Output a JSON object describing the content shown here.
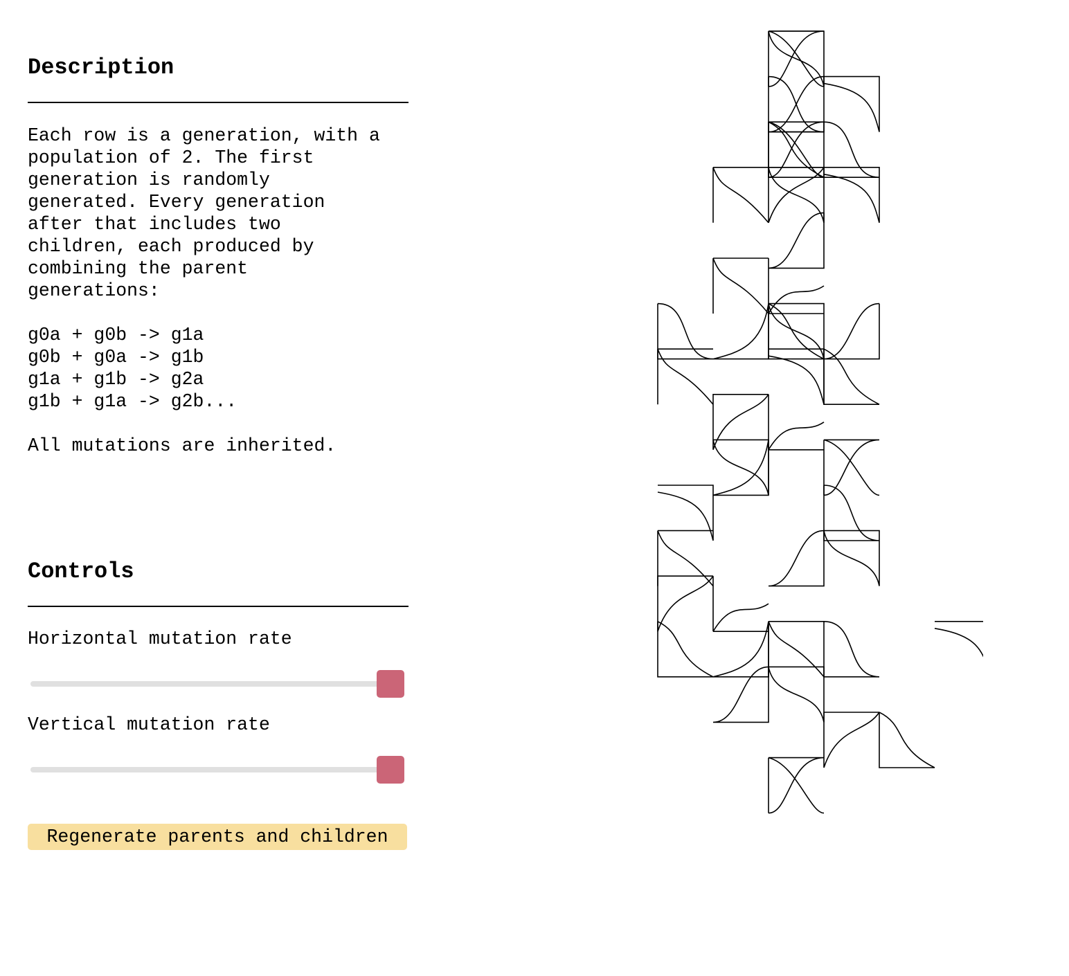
{
  "description": {
    "heading": "Description",
    "body": "Each row is a generation, with a\npopulation of 2. The first\ngeneration is randomly\ngenerated. Every generation\nafter that includes two\nchildren, each produced by\ncombining the parent\ngenerations:\n\ng0a + g0b -> g1a\ng0b + g0a -> g1b\ng1a + g1b -> g2a\ng1b + g1a -> g2b...\n\nAll mutations are inherited."
  },
  "controls": {
    "heading": "Controls",
    "horizontal_label": "Horizontal mutation rate",
    "horizontal_value": 1.0,
    "vertical_label": "Vertical mutation rate",
    "vertical_value": 1.0,
    "regenerate_label": "Regenerate parents and children"
  },
  "colors": {
    "accent": "#cb6577",
    "button": "#f8df9f",
    "track": "#e0e0e0"
  }
}
